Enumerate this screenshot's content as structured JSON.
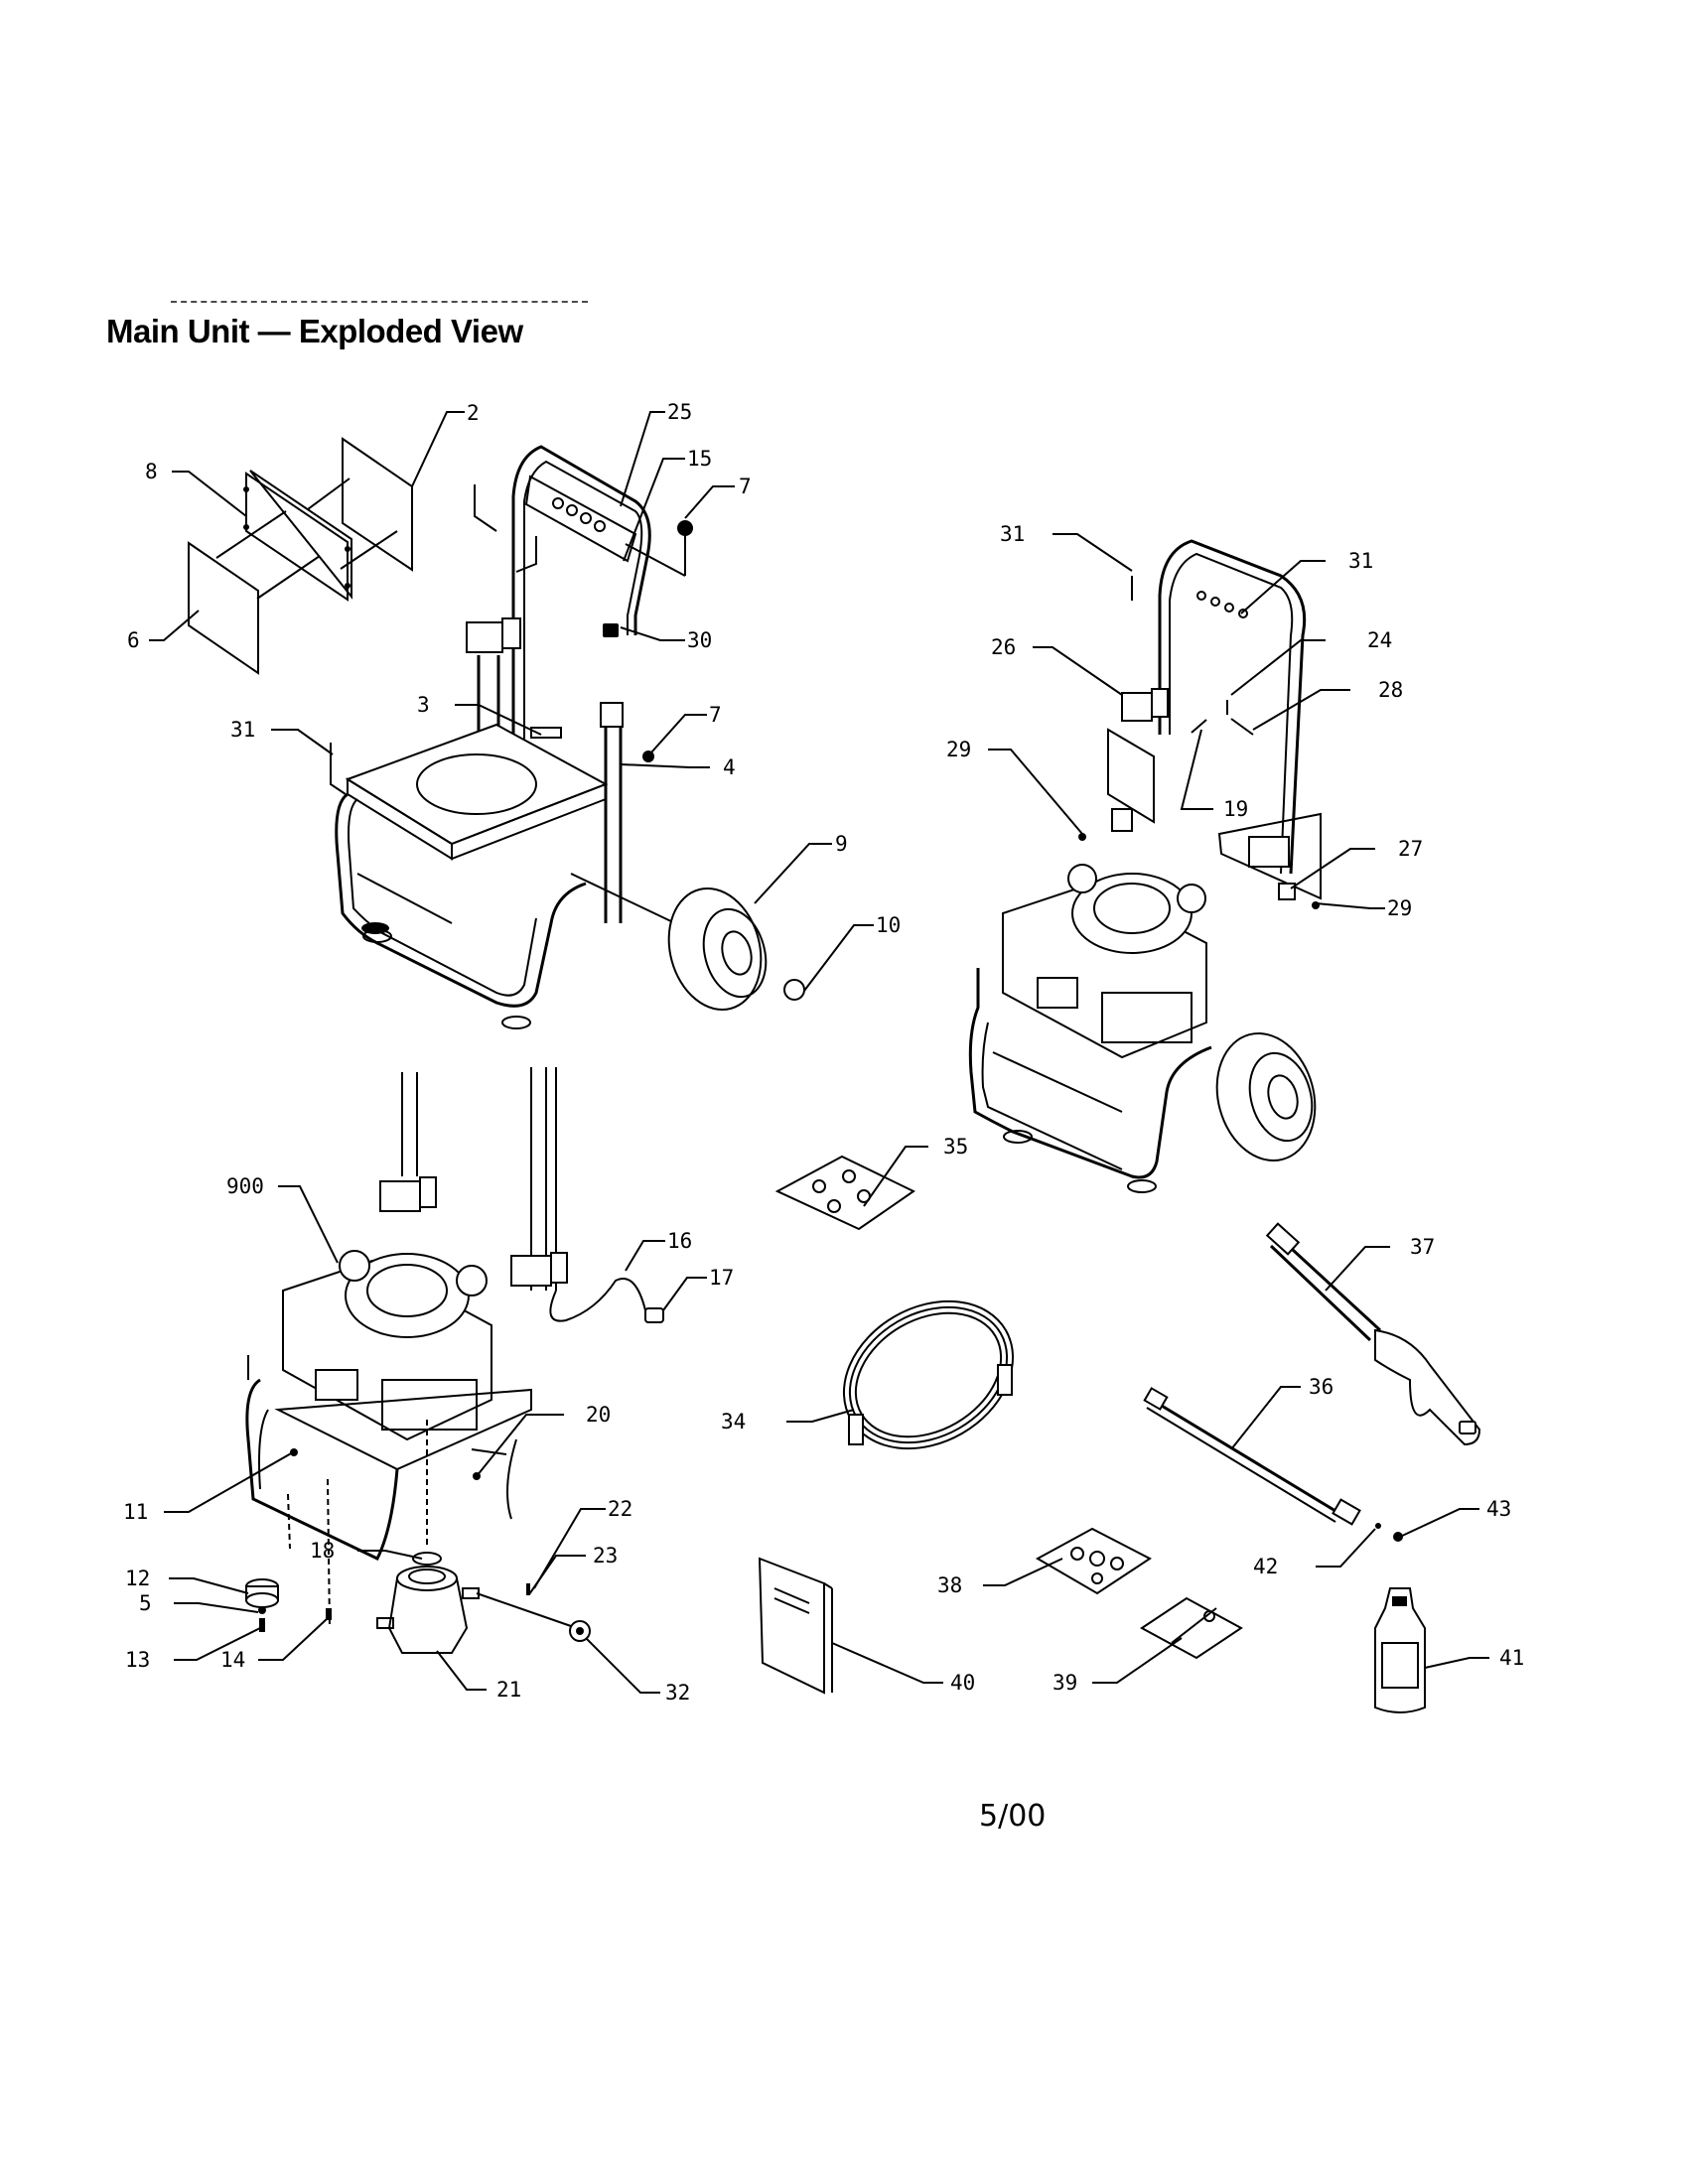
{
  "page": {
    "heading": "Main Unit — Exploded View",
    "footer_date": "5/00"
  },
  "diagram": {
    "type": "exploded-parts-diagram",
    "callouts": [
      {
        "id": "c2",
        "label": "2"
      },
      {
        "id": "c25",
        "label": "25"
      },
      {
        "id": "c15",
        "label": "15"
      },
      {
        "id": "c7a",
        "label": "7"
      },
      {
        "id": "c8",
        "label": "8"
      },
      {
        "id": "c6",
        "label": "6"
      },
      {
        "id": "c30",
        "label": "30"
      },
      {
        "id": "c3",
        "label": "3"
      },
      {
        "id": "c7b",
        "label": "7"
      },
      {
        "id": "c31a",
        "label": "31"
      },
      {
        "id": "c4",
        "label": "4"
      },
      {
        "id": "c9",
        "label": "9"
      },
      {
        "id": "c10",
        "label": "10"
      },
      {
        "id": "c31b",
        "label": "31"
      },
      {
        "id": "c31c",
        "label": "31"
      },
      {
        "id": "c26",
        "label": "26"
      },
      {
        "id": "c24",
        "label": "24"
      },
      {
        "id": "c28",
        "label": "28"
      },
      {
        "id": "c29a",
        "label": "29"
      },
      {
        "id": "c19",
        "label": "19"
      },
      {
        "id": "c27",
        "label": "27"
      },
      {
        "id": "c29b",
        "label": "29"
      },
      {
        "id": "c900",
        "label": "900"
      },
      {
        "id": "c16",
        "label": "16"
      },
      {
        "id": "c17",
        "label": "17"
      },
      {
        "id": "c20",
        "label": "20"
      },
      {
        "id": "c11",
        "label": "11"
      },
      {
        "id": "c22",
        "label": "22"
      },
      {
        "id": "c18",
        "label": "18"
      },
      {
        "id": "c23",
        "label": "23"
      },
      {
        "id": "c12",
        "label": "12"
      },
      {
        "id": "c5",
        "label": "5"
      },
      {
        "id": "c13",
        "label": "13"
      },
      {
        "id": "c14",
        "label": "14"
      },
      {
        "id": "c21",
        "label": "21"
      },
      {
        "id": "c32",
        "label": "32"
      },
      {
        "id": "c35",
        "label": "35"
      },
      {
        "id": "c37",
        "label": "37"
      },
      {
        "id": "c34",
        "label": "34"
      },
      {
        "id": "c36",
        "label": "36"
      },
      {
        "id": "c38",
        "label": "38"
      },
      {
        "id": "c42",
        "label": "42"
      },
      {
        "id": "c43",
        "label": "43"
      },
      {
        "id": "c40",
        "label": "40"
      },
      {
        "id": "c39",
        "label": "39"
      },
      {
        "id": "c41",
        "label": "41"
      }
    ]
  }
}
